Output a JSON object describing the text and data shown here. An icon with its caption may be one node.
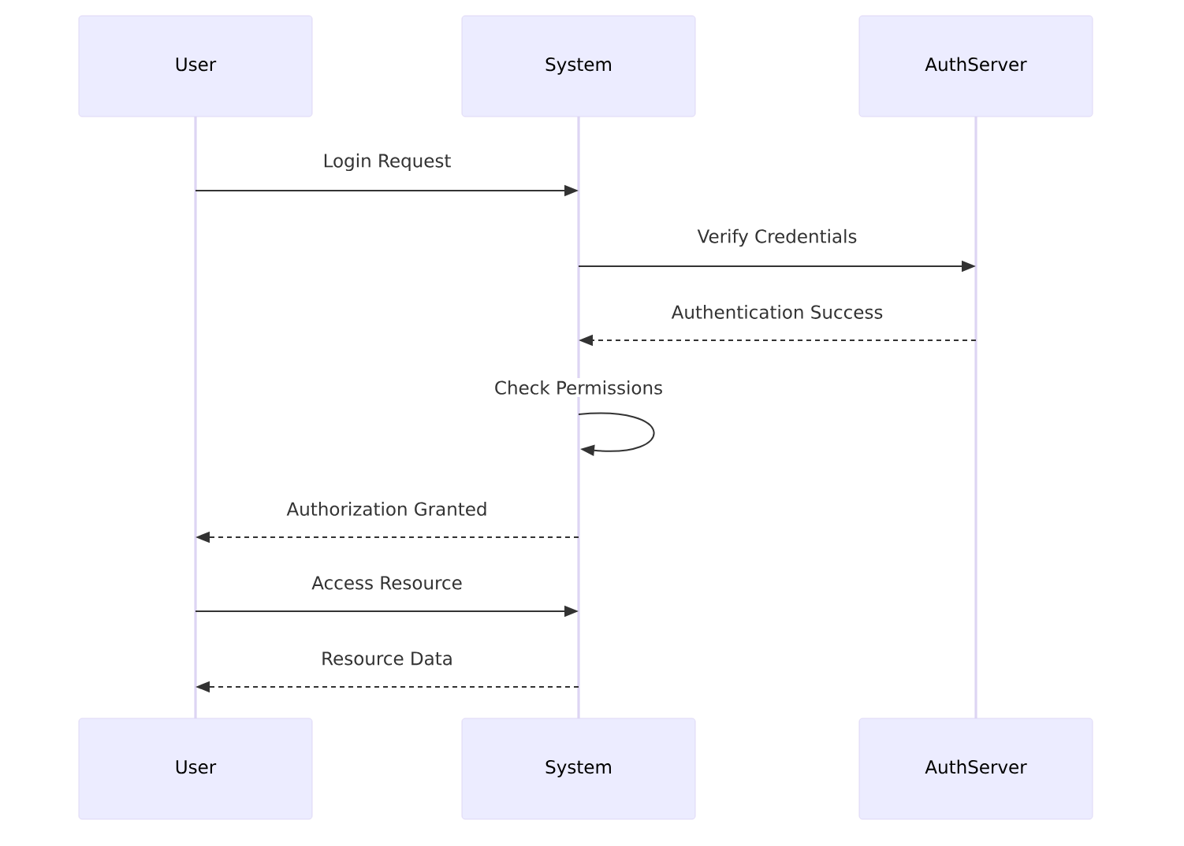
{
  "diagram": {
    "nodes": [
      {
        "text": [
          "User"
        ]
      },
      {
        "text": [
          "System"
        ]
      },
      {
        "text": [
          "AuthServer"
        ]
      },
      {
        "text": [],
        "shape": "bar"
      },
      {
        "text": [],
        "shape": "bar"
      },
      {
        "text": [],
        "shape": "bar"
      },
      {
        "text": [
          "User"
        ]
      },
      {
        "text": [
          "System"
        ]
      },
      {
        "text": [
          "AuthServer"
        ]
      }
    ],
    "edges": [
      {
        "from": 3,
        "to": 4,
        "arrow": "to",
        "label": "Login Request"
      },
      {
        "from": 4,
        "to": 5,
        "arrow": "to",
        "label": "Verify Credentials"
      },
      {
        "from": 5,
        "to": 4,
        "arrow": "to",
        "label": "Authentication Success",
        "style": "dashed"
      },
      {
        "from": 4,
        "to": 4,
        "arrow": "to",
        "label": "Check Permissions"
      },
      {
        "from": 4,
        "to": 3,
        "arrow": "to",
        "label": "Authorization Granted",
        "style": "dashed"
      },
      {
        "from": 3,
        "to": 4,
        "arrow": "to",
        "label": "Access Resource"
      },
      {
        "from": 4,
        "to": 3,
        "arrow": "to",
        "label": "Resource Data",
        "style": "dashed"
      }
    ]
  }
}
